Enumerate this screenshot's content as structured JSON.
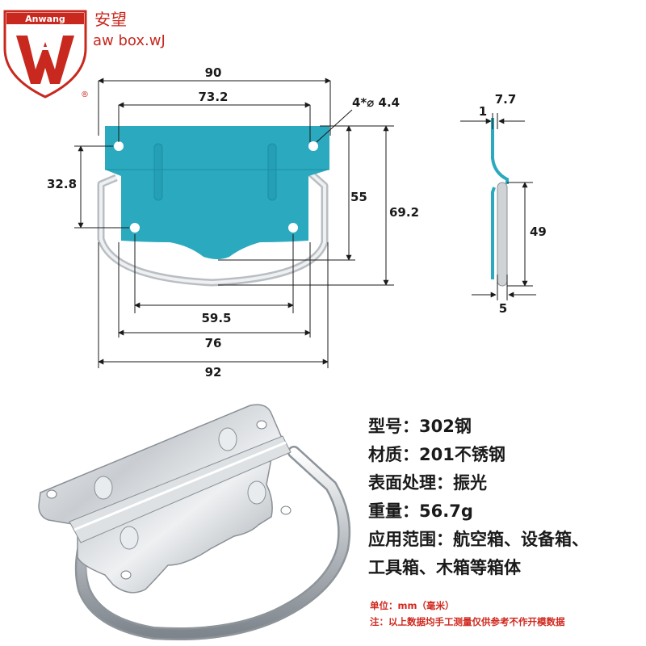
{
  "brand": {
    "logo_text": "Anwang",
    "logo_mark": "AW",
    "name_cn": "安望",
    "name_en": "aw box.wJ",
    "registered_mark": "®"
  },
  "colors": {
    "brand_red": "#c8281e",
    "plate_teal": "#2aa9bf",
    "handle_gray": "#cfd3d6",
    "note_red": "#d0281e"
  },
  "dimensions": {
    "top_width": "90",
    "hole_spacing_top": "73.2",
    "hole_spec": "4*⌀ 4.4",
    "left_height": "32.8",
    "right_height_inner": "55",
    "right_height_outer": "69.2",
    "bottom_hole_spacing": "59.5",
    "bottom_width_inner": "76",
    "bottom_width_outer": "92",
    "side_top_1": "1",
    "side_top_2": "7.7",
    "side_height": "49",
    "side_bottom": "5"
  },
  "specs": [
    "型号：302钢",
    "材质：201不锈钢",
    "表面处理：振光",
    "重量：56.7g",
    "应用范围：航空箱、设备箱、",
    "工具箱、木箱等箱体"
  ],
  "notes": {
    "unit": "单位：mm（毫米）",
    "disclaimer": "注：以上数据均手工测量仅供参考不作开模数据"
  }
}
